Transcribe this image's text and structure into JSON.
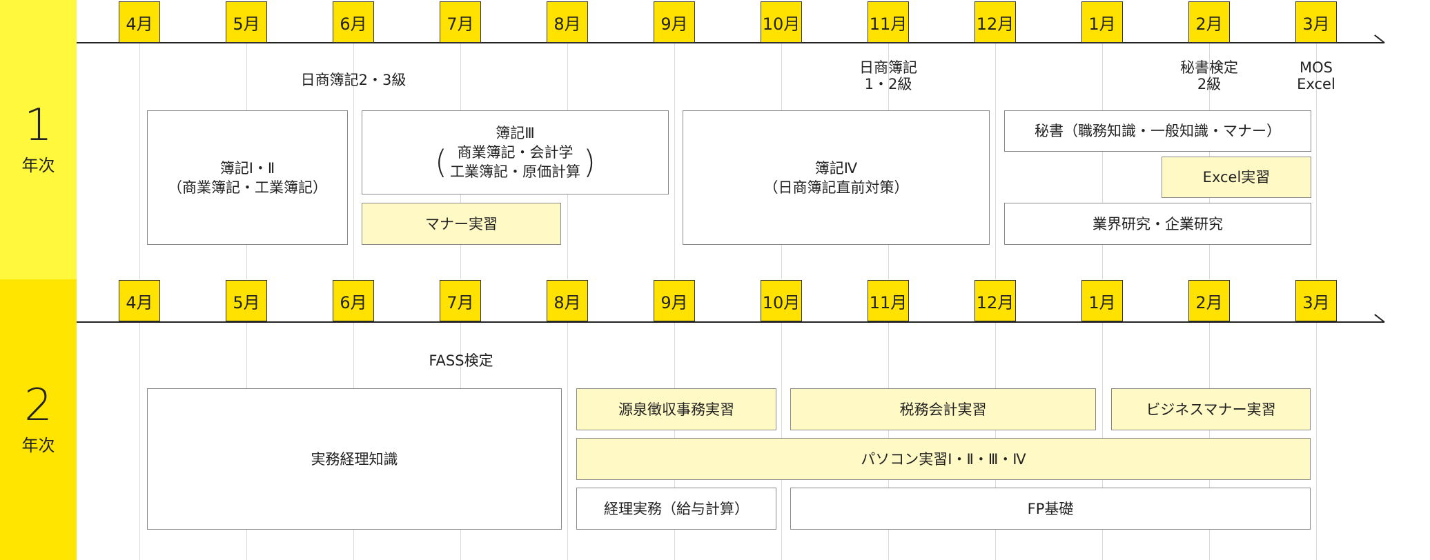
{
  "months": [
    "4月",
    "5月",
    "6月",
    "7月",
    "8月",
    "9月",
    "10月",
    "11月",
    "12月",
    "1月",
    "2月",
    "3月"
  ],
  "years": [
    {
      "number": "1",
      "label": "年次"
    },
    {
      "number": "2",
      "label": "年次"
    }
  ],
  "colors": {
    "band_year1": "#fff83d",
    "band_year2": "#ffe500",
    "month_tab": "#ffe200",
    "highlight_box": "#fff9c6"
  },
  "year1": {
    "annotations": {
      "boki23": "日商簿記2・3級",
      "boki12_line1": "日商簿記",
      "boki12_line2": "1・2級",
      "hisho_line1": "秘書検定",
      "hisho_line2": "2級",
      "mos_line1": "MOS",
      "mos_line2": "Excel"
    },
    "boxes": {
      "boki12_line1": "簿記Ⅰ・Ⅱ",
      "boki12_line2": "（商業簿記・工業簿記）",
      "boki3_title": "簿記Ⅲ",
      "boki3_line1": "商業簿記・会計学",
      "boki3_line2": "工業簿記・原価計算",
      "paren_open": "(",
      "paren_close": ")",
      "manner": "マナー実習",
      "boki4_line1": "簿記Ⅳ",
      "boki4_line2": "（日商簿記直前対策）",
      "hisho": "秘書（職務知識・一般知識・マナー）",
      "excel": "Excel実習",
      "industry": "業界研究・企業研究"
    }
  },
  "year2": {
    "annotations": {
      "fass": "FASS検定"
    },
    "boxes": {
      "jitsumu": "実務経理知識",
      "gensen": "源泉徴収事務実習",
      "zeimu": "税務会計実習",
      "business_manner": "ビジネスマナー実習",
      "pc": "パソコン実習Ⅰ・Ⅱ・Ⅲ・Ⅳ",
      "keiri": "経理実務（給与計算）",
      "fp": "FP基礎"
    }
  }
}
